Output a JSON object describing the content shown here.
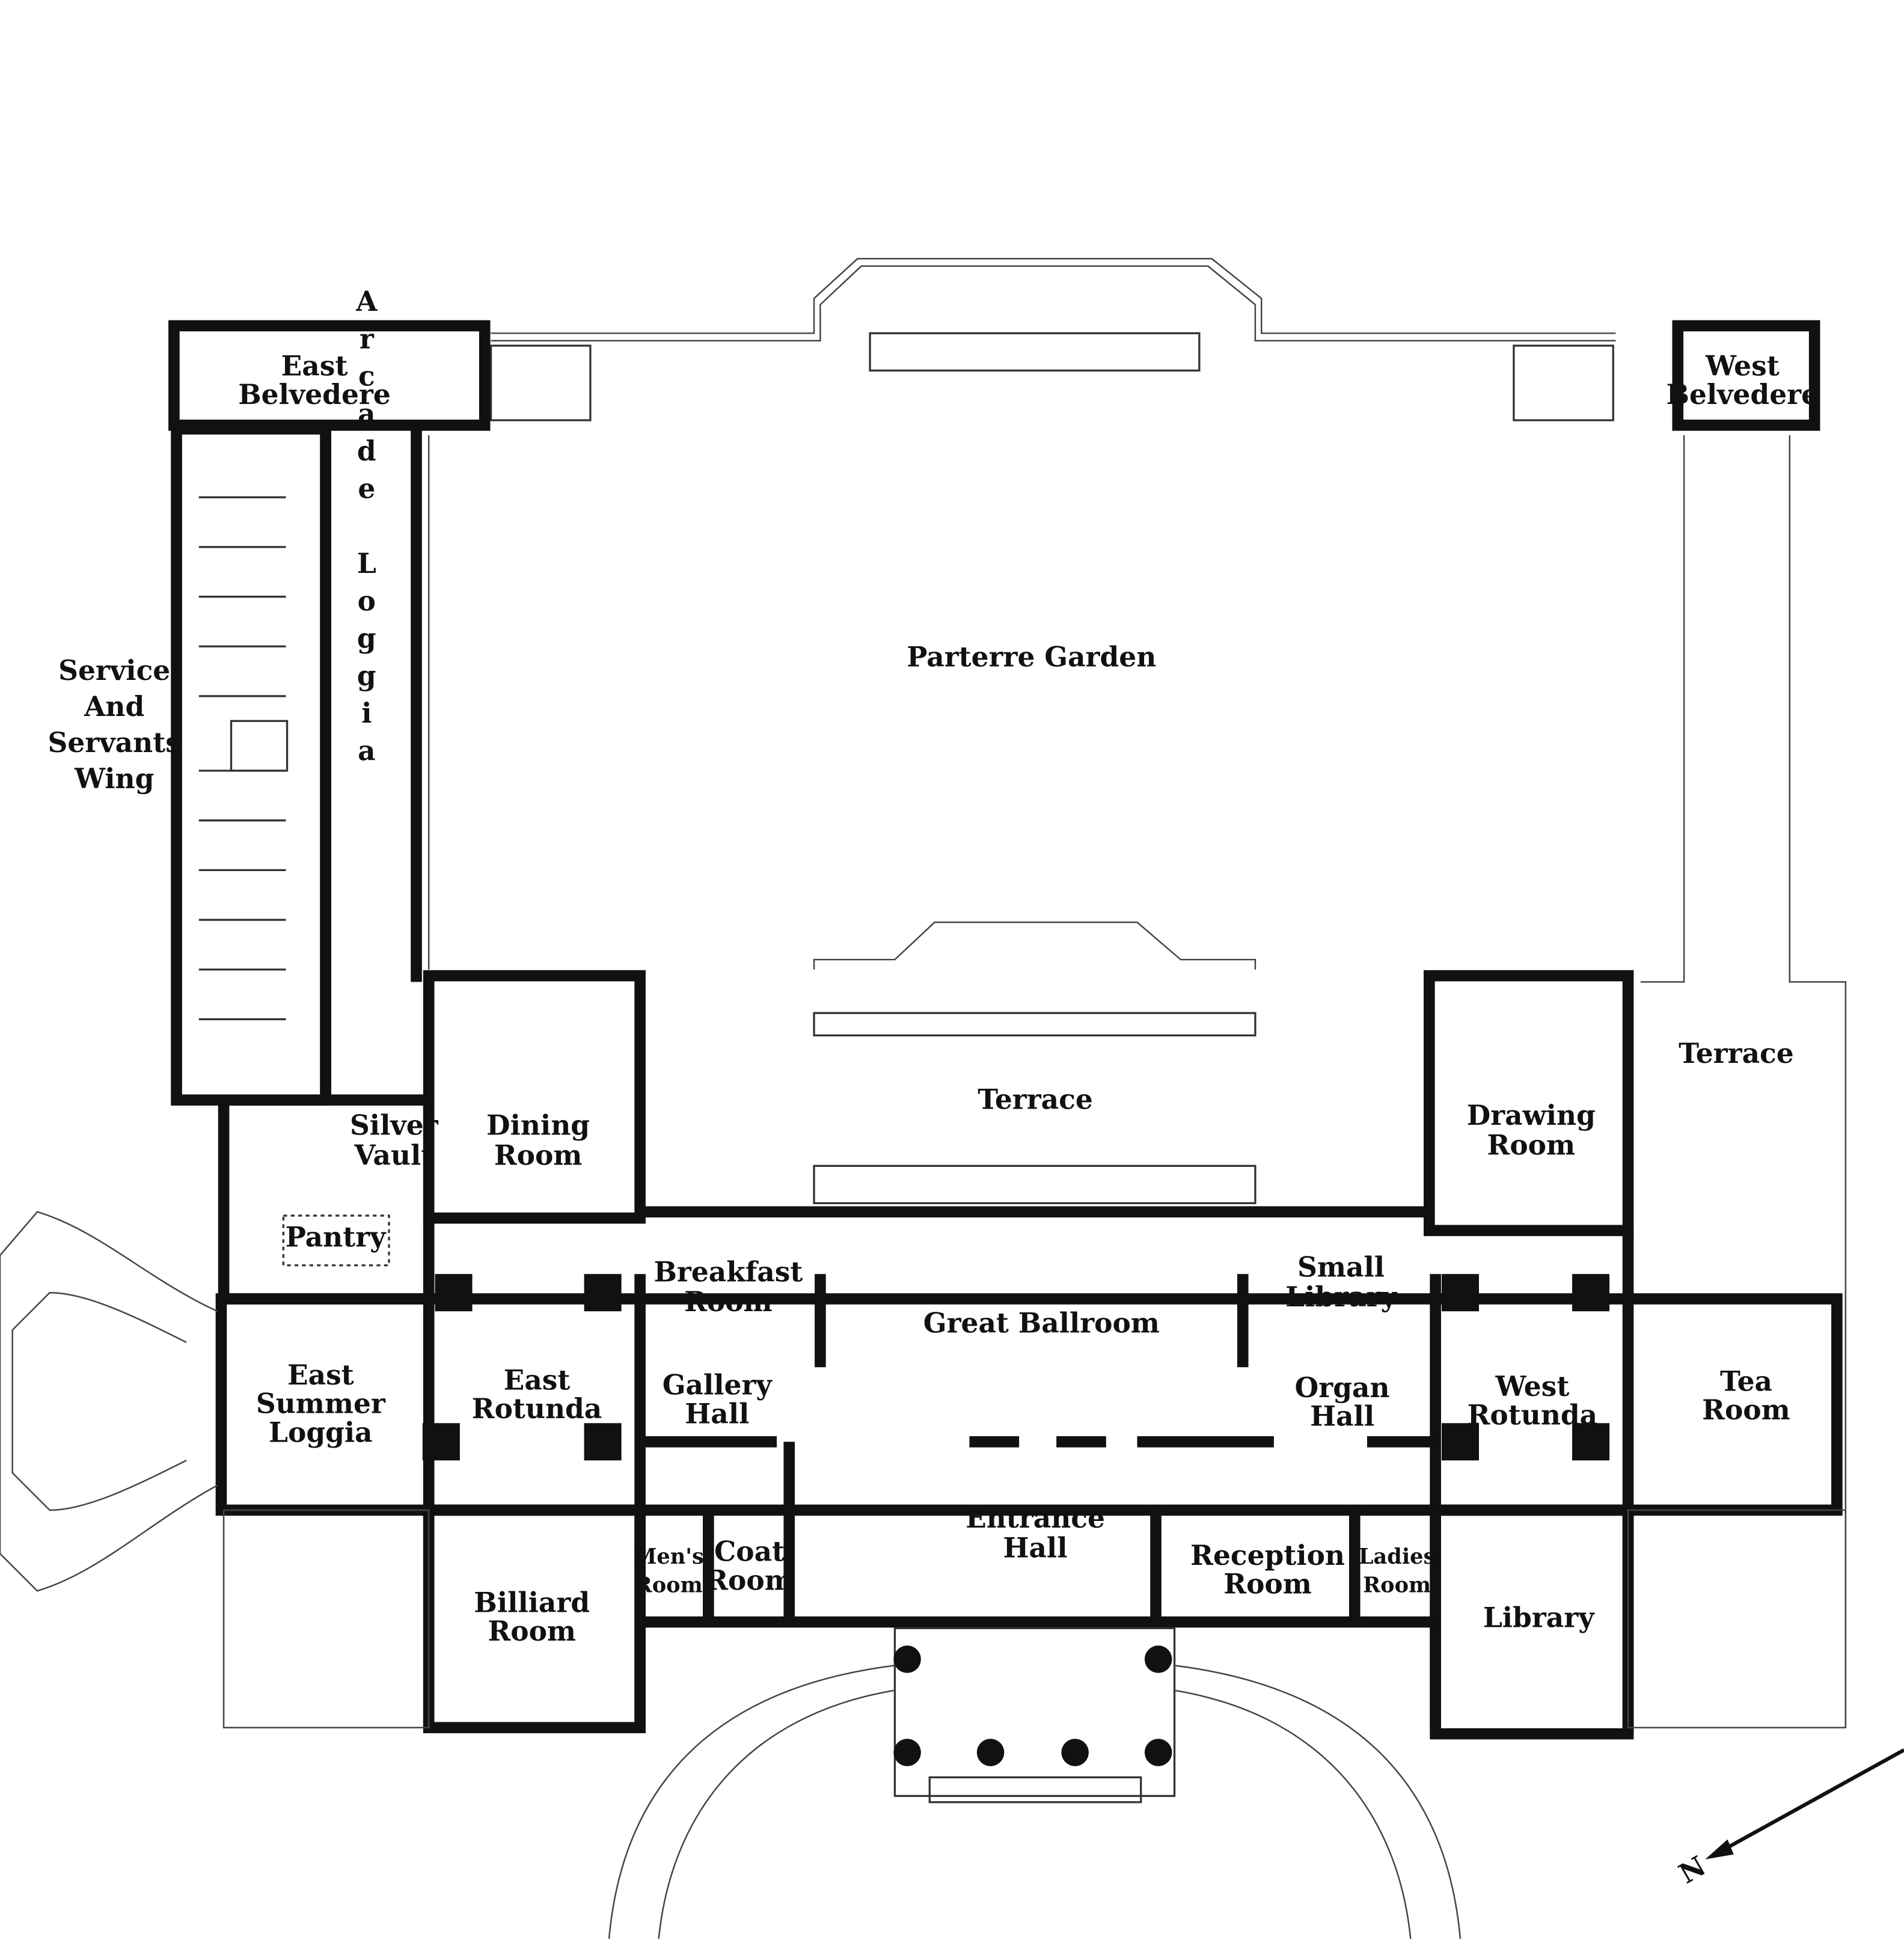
{
  "plan": {
    "rooms": {
      "east_belvedere": [
        "East",
        "Belvedere"
      ],
      "west_belvedere": [
        "West",
        "Belvedere"
      ],
      "service_wing": [
        "Service",
        "And",
        "Servants",
        "Wing"
      ],
      "arcade_loggia": "Arcade Loggia",
      "parterre_garden": "Parterre Garden",
      "terrace_center": "Terrace",
      "terrace_east": "Terrace",
      "dining_room": [
        "Dining",
        "Room"
      ],
      "silver_vault": [
        "Silver",
        "Vault"
      ],
      "pantry": "Pantry",
      "drawing_room": [
        "Drawing",
        "Room"
      ],
      "breakfast_room": [
        "Breakfast",
        "Room"
      ],
      "great_ballroom": "Great Ballroom",
      "small_library": [
        "Small",
        "Library"
      ],
      "east_summer_loggia": [
        "East",
        "Summer",
        "Loggia"
      ],
      "east_rotunda": [
        "East",
        "Rotunda"
      ],
      "gallery_hall": [
        "Gallery",
        "Hall"
      ],
      "organ_hall": [
        "Organ",
        "Hall"
      ],
      "west_rotunda": [
        "West",
        "Rotunda"
      ],
      "tea_room": [
        "Tea",
        "Room"
      ],
      "entrance_hall": [
        "Entrance",
        "Hall"
      ],
      "mens_room": [
        "Men's",
        "Room"
      ],
      "coat_room": [
        "Coat",
        "Room"
      ],
      "reception_room": [
        "Reception",
        "Room"
      ],
      "ladies_room": [
        "Ladies",
        "Room"
      ],
      "library": "Library",
      "billiard_room": [
        "Billiard",
        "Room"
      ]
    },
    "north_arrow": "N"
  }
}
